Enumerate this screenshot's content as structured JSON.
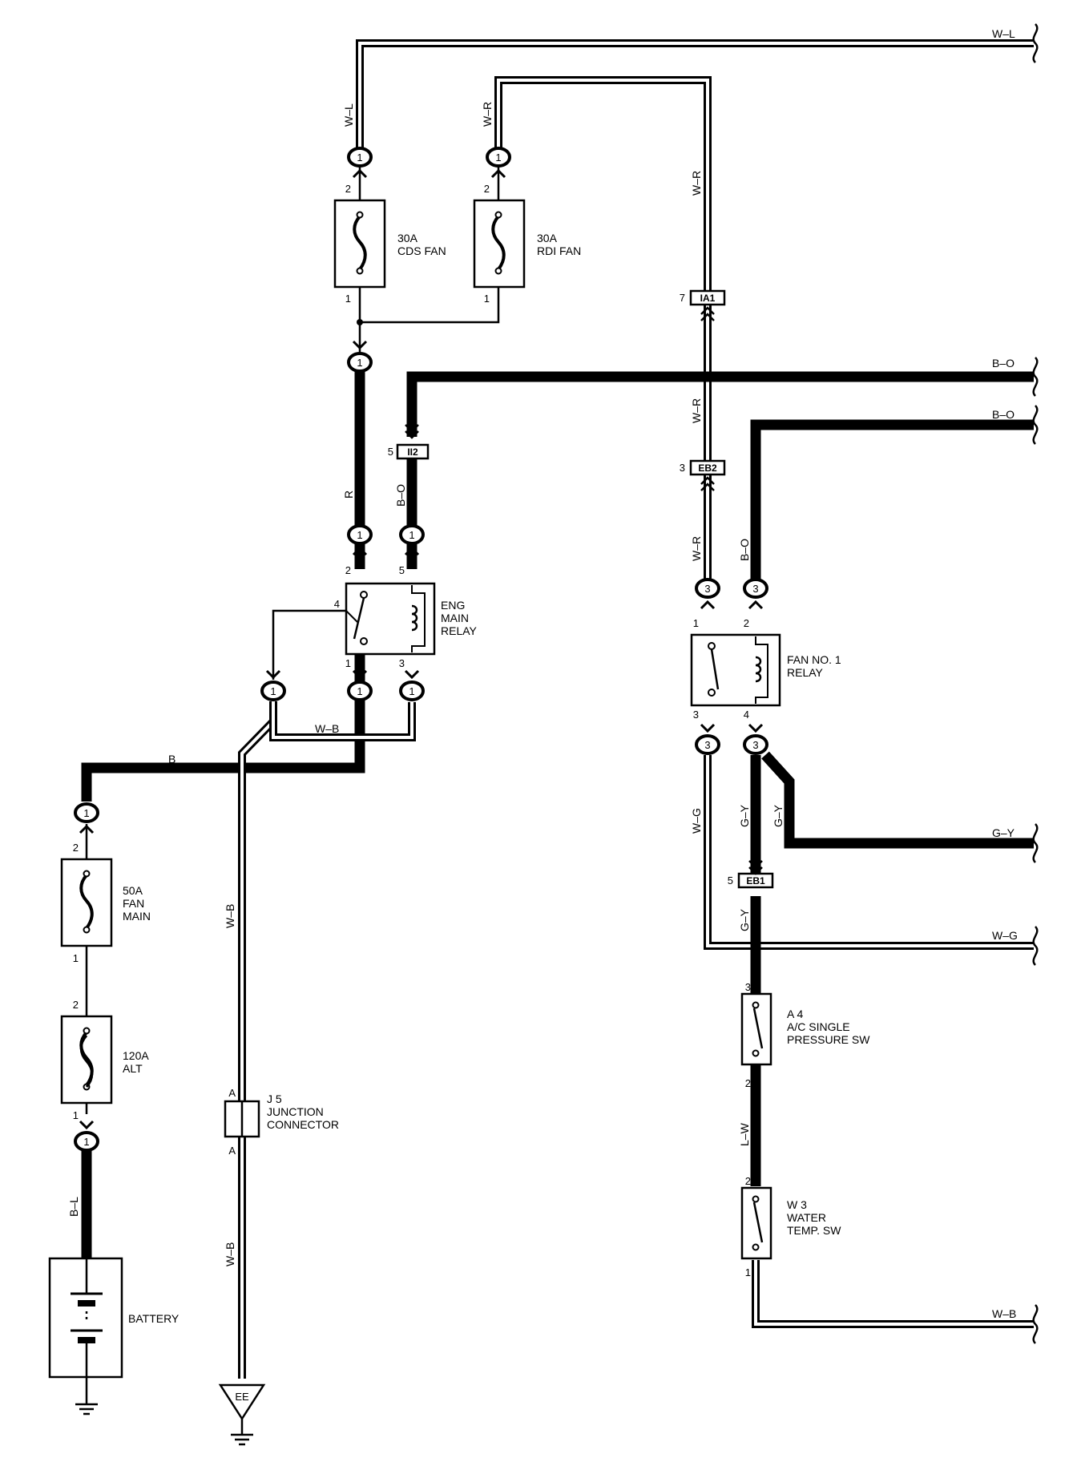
{
  "wires": {
    "w_l": "W–L",
    "w_r": "W–R",
    "b_o": "B–O",
    "r": "R",
    "b": "B",
    "w_b": "W–B",
    "b_l": "B–L",
    "w_g": "W–G",
    "g_y": "G–Y",
    "l_w": "L–W"
  },
  "components": {
    "cds_fuse": {
      "line1": "30A",
      "line2": "CDS FAN"
    },
    "rdi_fuse": {
      "line1": "30A",
      "line2": "RDI FAN"
    },
    "fan_main_fuse": {
      "line1": "50A",
      "line2": "FAN",
      "line3": "MAIN"
    },
    "alt_fuse": {
      "line1": "120A",
      "line2": "ALT"
    },
    "eng_main_relay": {
      "line1": "ENG",
      "line2": "MAIN",
      "line3": "RELAY"
    },
    "fan_relay": {
      "line1": "FAN NO. 1",
      "line2": "RELAY"
    },
    "junction": {
      "line1": "J 5",
      "line2": "JUNCTION",
      "line3": "CONNECTOR",
      "pin": "A"
    },
    "ac_switch": {
      "line1": "A 4",
      "line2": "A/C SINGLE",
      "line3": "PRESSURE SW"
    },
    "water_switch": {
      "line1": "W 3",
      "line2": "WATER",
      "line3": "TEMP.  SW"
    },
    "battery": {
      "label": "BATTERY"
    },
    "ground": {
      "label": "EE"
    }
  },
  "connectors": {
    "ia1": {
      "name": "IA1",
      "pin": "7"
    },
    "ii2": {
      "name": "II2",
      "pin": "5"
    },
    "eb2": {
      "name": "EB2",
      "pin": "3"
    },
    "eb1": {
      "name": "EB1",
      "pin": "5"
    }
  },
  "pins": {
    "p1": "1",
    "p2": "2",
    "p3": "3",
    "p4": "4",
    "p5": "5"
  }
}
